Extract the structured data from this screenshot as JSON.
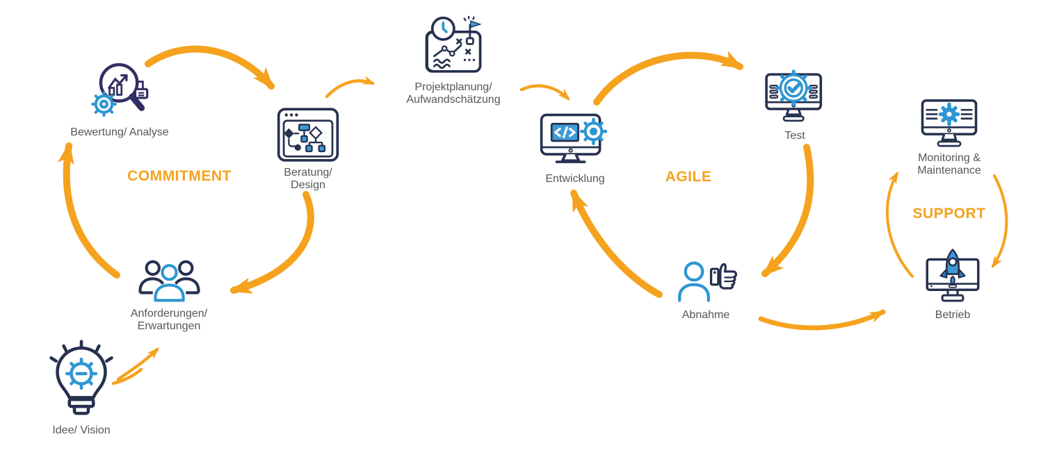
{
  "phases": [
    {
      "id": "commitment",
      "label": "COMMITMENT"
    },
    {
      "id": "agile",
      "label": "AGILE"
    },
    {
      "id": "support",
      "label": "SUPPORT"
    }
  ],
  "nodes": [
    {
      "id": "idee",
      "icon": "lightbulb-gear-icon",
      "line1": "Idee/ Vision"
    },
    {
      "id": "anforderungen",
      "icon": "user-group-icon",
      "line1": "Anforderungen/",
      "line2": "Erwartungen"
    },
    {
      "id": "bewertung",
      "icon": "magnifier-chart-icon",
      "line1": "Bewertung/ Analyse"
    },
    {
      "id": "beratung",
      "icon": "flowchart-window-icon",
      "line1": "Beratung/",
      "line2": "Design"
    },
    {
      "id": "projektplanung",
      "icon": "map-clock-flag-icon",
      "line1": "Projektplanung/",
      "line2": "Aufwandschätzung"
    },
    {
      "id": "entwicklung",
      "icon": "monitor-code-gear-icon",
      "line1": "Entwicklung"
    },
    {
      "id": "test",
      "icon": "monitor-check-gear-icon",
      "line1": "Test"
    },
    {
      "id": "abnahme",
      "icon": "person-thumbs-up-icon",
      "line1": "Abnahme"
    },
    {
      "id": "monitoring",
      "icon": "monitor-gear-icon",
      "line1": "Monitoring &",
      "line2": "Maintenance"
    },
    {
      "id": "betrieb",
      "icon": "monitor-rocket-icon",
      "line1": "Betrieb"
    }
  ],
  "connections": [
    {
      "from": "idee",
      "to": "anforderungen"
    },
    {
      "from": "anforderungen",
      "to": "bewertung"
    },
    {
      "from": "bewertung",
      "to": "beratung"
    },
    {
      "from": "beratung",
      "to": "anforderungen"
    },
    {
      "from": "beratung",
      "to": "projektplanung"
    },
    {
      "from": "projektplanung",
      "to": "entwicklung"
    },
    {
      "from": "entwicklung",
      "to": "test"
    },
    {
      "from": "test",
      "to": "abnahme"
    },
    {
      "from": "abnahme",
      "to": "entwicklung"
    },
    {
      "from": "abnahme",
      "to": "betrieb"
    },
    {
      "from": "betrieb",
      "to": "monitoring"
    },
    {
      "from": "monitoring",
      "to": "betrieb"
    }
  ],
  "colors": {
    "arrow_orange": "#F5A21E",
    "phase_text": "#F5A21E",
    "label_text": "#55565A",
    "icon_navy": "#26304F",
    "icon_navy_purple": "#322E63",
    "icon_blue": "#2E96D2",
    "icon_blue_fill": "#3E9BD6"
  }
}
